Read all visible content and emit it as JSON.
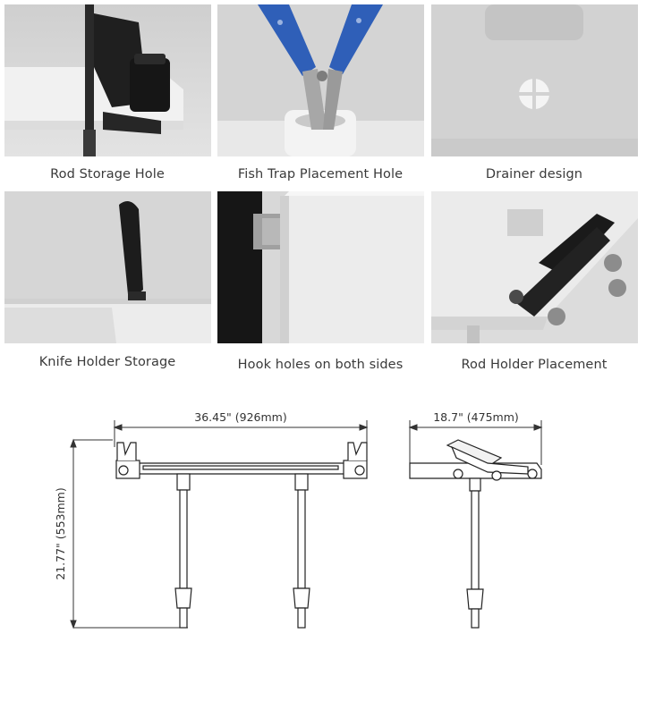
{
  "features": [
    {
      "caption": "Rod Storage Hole"
    },
    {
      "caption": "Fish Trap Placement Hole"
    },
    {
      "caption": "Drainer design"
    },
    {
      "caption": "Knife Holder Storage"
    },
    {
      "caption": "Hook holes on both sides"
    },
    {
      "caption": "Rod Holder Placement"
    }
  ],
  "dimensions": {
    "width": "36.45\" (926mm)",
    "depth": "18.7\" (475mm)",
    "height": "21.77\" (553mm)"
  },
  "colors": {
    "tile_bg": "#d9d9d9",
    "table_surface": "#e6e6e6",
    "handle_blue": "#2f5fb8",
    "black_part": "#1c1c1c"
  }
}
